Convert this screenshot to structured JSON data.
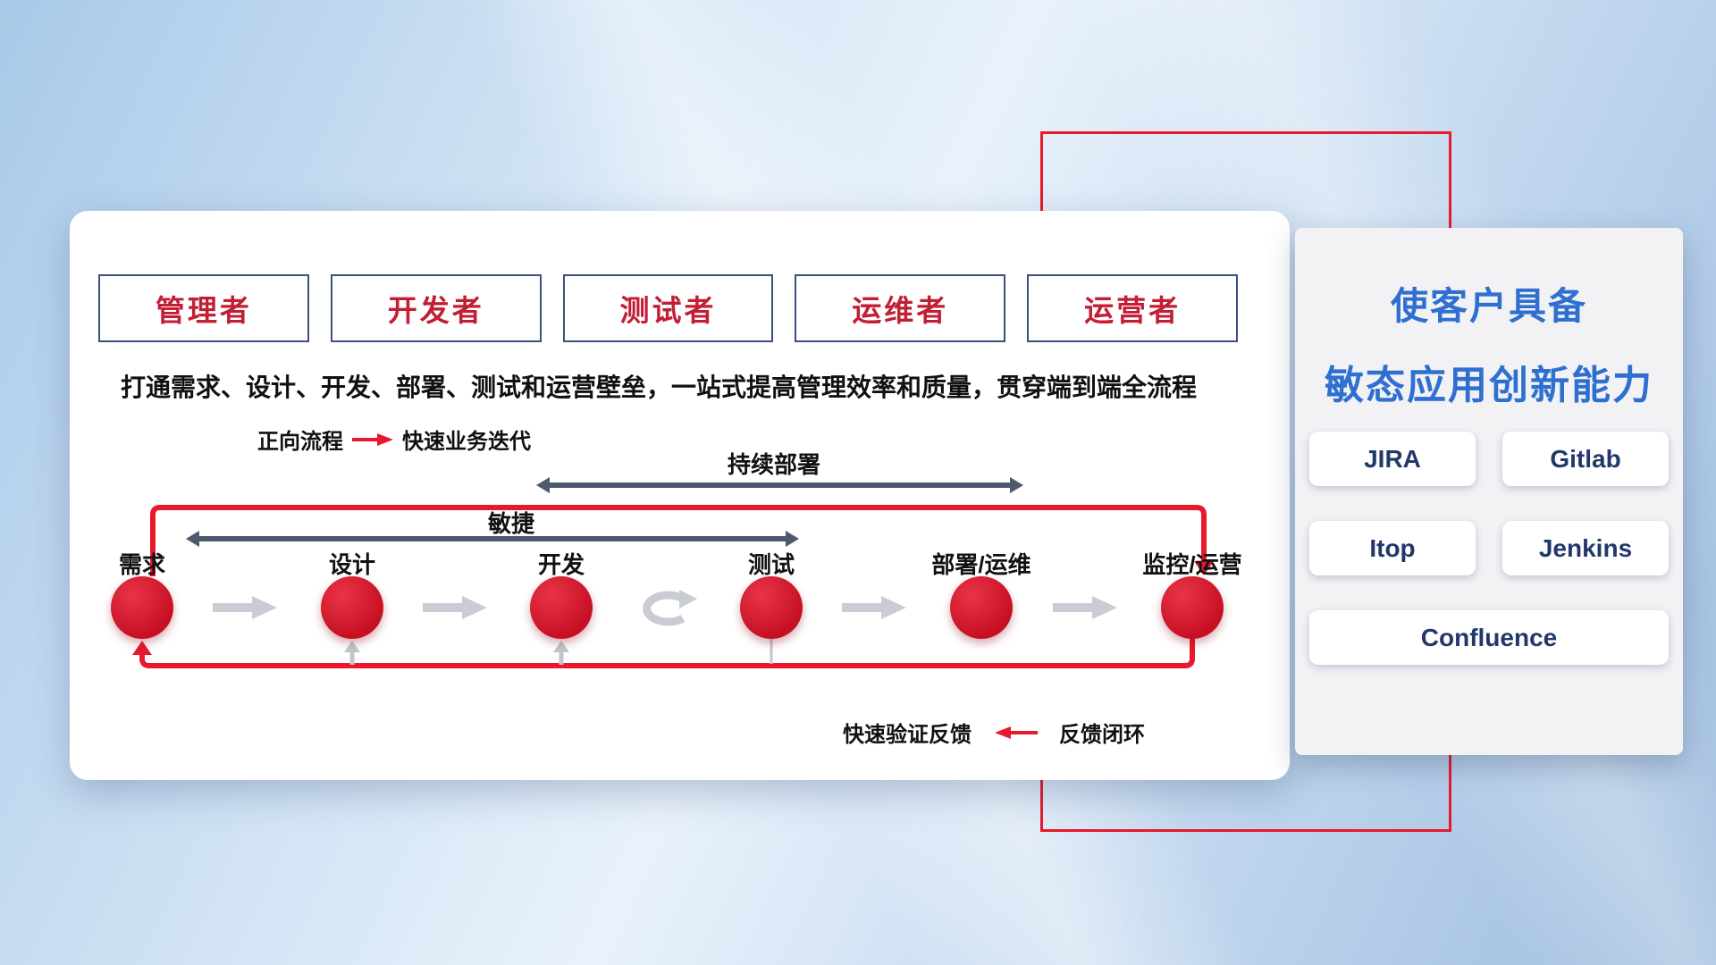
{
  "roles": {
    "items": [
      "管理者",
      "开发者",
      "测试者",
      "运维者",
      "运营者"
    ]
  },
  "flow": {
    "description": "打通需求、设计、开发、部署、测试和运营壁垒，一站式提高管理效率和质量，贯穿端到端全流程",
    "forward_legend_label": "正向流程",
    "forward_legend_value": "快速业务迭代",
    "continuous_deploy_label": "持续部署",
    "agile_label": "敏捷",
    "stages": [
      "需求",
      "设计",
      "开发",
      "测试",
      "部署/运维",
      "监控/运营"
    ],
    "feedback_value": "快速验证反馈",
    "feedback_legend_label": "反馈闭环"
  },
  "panel": {
    "title_line1": "使客户具备",
    "title_line2": "敏态应用创新能力",
    "tools": [
      "JIRA",
      "Gitlab",
      "Itop",
      "Jenkins",
      "Confluence"
    ]
  },
  "icons": {
    "forward_arrow": "red-right-arrow",
    "feedback_arrow": "red-left-arrow",
    "flow_arrow": "gray-right-arrow",
    "iteration_loop": "gray-loop-arrow",
    "continuous_deploy_arrow": "slate-double-headed-arrow",
    "agile_arrow": "slate-double-headed-arrow"
  },
  "colors": {
    "accent_red": "#e8192c",
    "role_text_red": "#c21e34",
    "role_border_navy": "#3f4f82",
    "title_blue": "#2e6fd0",
    "tool_text_navy": "#22386b",
    "arrow_slate": "#4d596d",
    "flow_gray": "#c9cdd3"
  }
}
